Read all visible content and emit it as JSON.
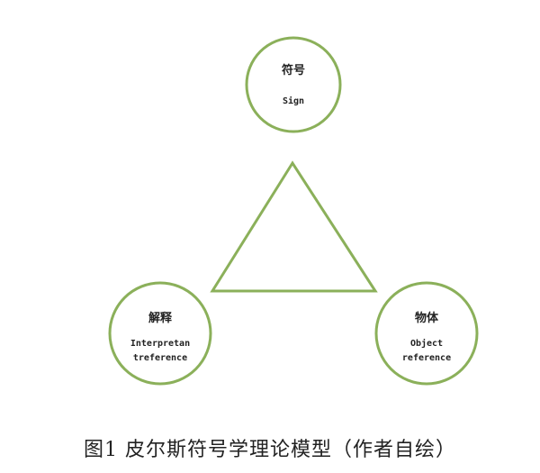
{
  "diagram": {
    "stroke_color": "#8bb05a",
    "nodes": {
      "sign": {
        "title": "符号",
        "lines": [
          "Sign"
        ]
      },
      "interpretant": {
        "title": "解释",
        "lines": [
          "Interpretan",
          "treference"
        ]
      },
      "object": {
        "title": "物体",
        "lines": [
          "Object",
          "reference"
        ]
      }
    }
  },
  "caption": "图1 皮尔斯符号学理论模型（作者自绘）"
}
